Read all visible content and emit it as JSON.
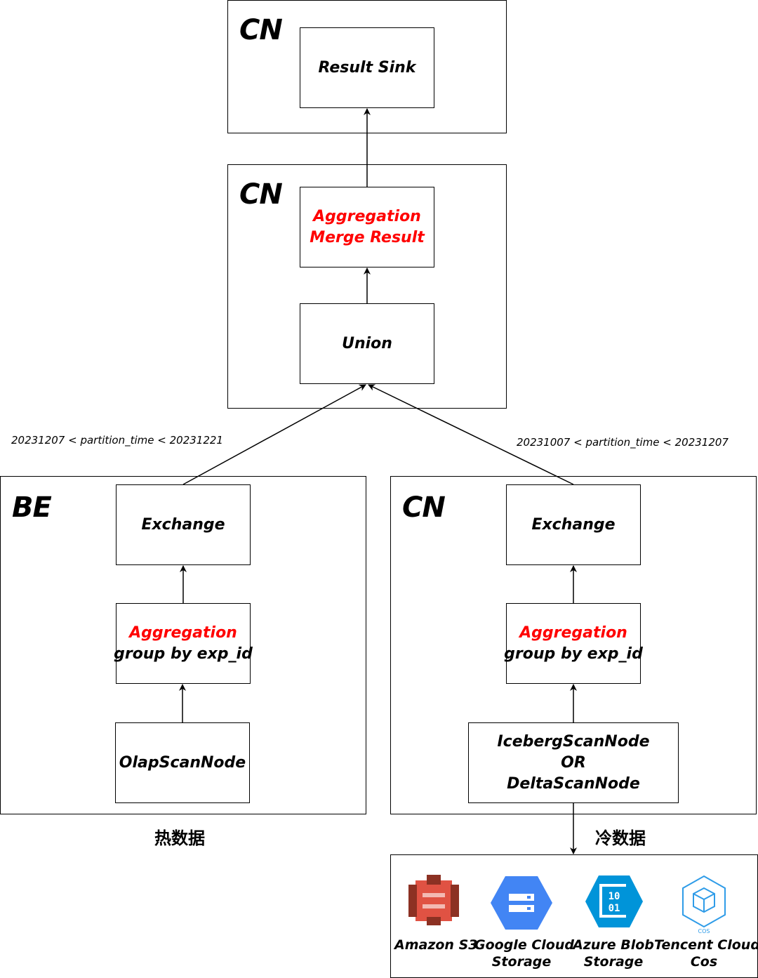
{
  "groups": {
    "cn_top": {
      "label": "CN"
    },
    "cn_middle": {
      "label": "CN"
    },
    "be": {
      "label": "BE"
    },
    "cn_cold": {
      "label": "CN"
    }
  },
  "nodes": {
    "result_sink": {
      "line1": "Result Sink"
    },
    "agg_merge": {
      "line1": "Aggregation",
      "line2": "Merge Result"
    },
    "union": {
      "line1": "Union"
    },
    "be_exchange": {
      "line1": "Exchange"
    },
    "be_aggregation": {
      "line1": "Aggregation",
      "line2": "group by exp_id"
    },
    "be_scan": {
      "line1": "OlapScanNode"
    },
    "cn_exchange": {
      "line1": "Exchange"
    },
    "cn_aggregation": {
      "line1": "Aggregation",
      "line2": "group by exp_id"
    },
    "cn_scan": {
      "line1": "IcebergScanNode",
      "line2": "OR",
      "line3": "DeltaScanNode"
    }
  },
  "conditions": {
    "hot": "20231207 < partition_time < 20231221",
    "cold": "20231007 < partition_time < 20231207"
  },
  "captions": {
    "hot": "热数据",
    "cold": "冷数据"
  },
  "storage": [
    {
      "icon": "amazon-s3-icon",
      "line1": "Amazon S3",
      "line2": ""
    },
    {
      "icon": "google-cloud-storage-icon",
      "line1": "Google Cloud",
      "line2": "Storage"
    },
    {
      "icon": "azure-blob-storage-icon",
      "line1": "Azure Blob",
      "line2": "Storage"
    },
    {
      "icon": "tencent-cloud-cos-icon",
      "line1": "Tencent Cloud",
      "line2": "Cos",
      "icon_text": "COS"
    }
  ],
  "azure_icon_text": {
    "line1": "10",
    "line2": "01"
  },
  "colors": {
    "highlight": "#ff0000",
    "s3": "#e05243",
    "gcs": "#4285f4",
    "azure": "#0094d9",
    "tencent": "#2f9ce8"
  }
}
